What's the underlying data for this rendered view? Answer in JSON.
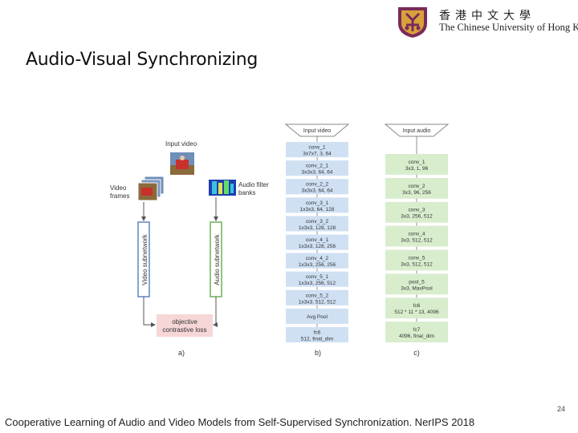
{
  "header": {
    "university_cn": "香港中文大學",
    "university_en": "The Chinese University of Hong Kong"
  },
  "slide": {
    "title": "Audio-Visual Synchronizing",
    "page_number": "24",
    "citation": "Cooperative Learning of Audio and Video Models from Self-Supervised Synchronization. NerIPS 2018"
  },
  "figure": {
    "panel_a": {
      "input_video": "Input video",
      "video_frames": [
        "Video",
        "frames"
      ],
      "audio_filter": [
        "Audio filter",
        "banks"
      ],
      "video_subnet": "Video subnetwork",
      "audio_subnet": "Audio subnetwork",
      "objective": [
        "objective",
        "contrastive loss"
      ],
      "caption": "a)"
    },
    "panel_b": {
      "header": "Input video",
      "caption": "b)",
      "blocks": [
        [
          "conv_1",
          "3x7x7, 3, 64"
        ],
        [
          "conv_2_1",
          "3x3x3, 64, 64"
        ],
        [
          "conv_2_2",
          "3x3x3, 64, 64"
        ],
        [
          "conv_3_1",
          "1x3x3, 64, 128"
        ],
        [
          "conv_3_2",
          "1x3x3, 128, 128"
        ],
        [
          "conv_4_1",
          "1x3x3, 128, 256"
        ],
        [
          "conv_4_2",
          "1x3x3, 256, 256"
        ],
        [
          "conv_5_1",
          "1x3x3, 256, 512"
        ],
        [
          "conv_5_2",
          "1x3x3, 512, 512"
        ],
        [
          "Avg Pool"
        ],
        [
          "fc6",
          "512, final_dim"
        ]
      ]
    },
    "panel_c": {
      "header": "Input audio",
      "caption": "c)",
      "blocks": [
        [
          "conv_1",
          "3x3, 1, 96"
        ],
        [
          "conv_2",
          "3x3, 96, 256"
        ],
        [
          "conv_3",
          "3x3, 256, 512"
        ],
        [
          "conv_4",
          "3x3, 512, 512"
        ],
        [
          "conv_5",
          "3x3, 512, 512"
        ],
        [
          "pool_5",
          "3x3, MaxPool"
        ],
        [
          "fc6",
          "512 * 11 * 13, 4096"
        ],
        [
          "fc7",
          "4096, final_dim"
        ]
      ]
    }
  }
}
